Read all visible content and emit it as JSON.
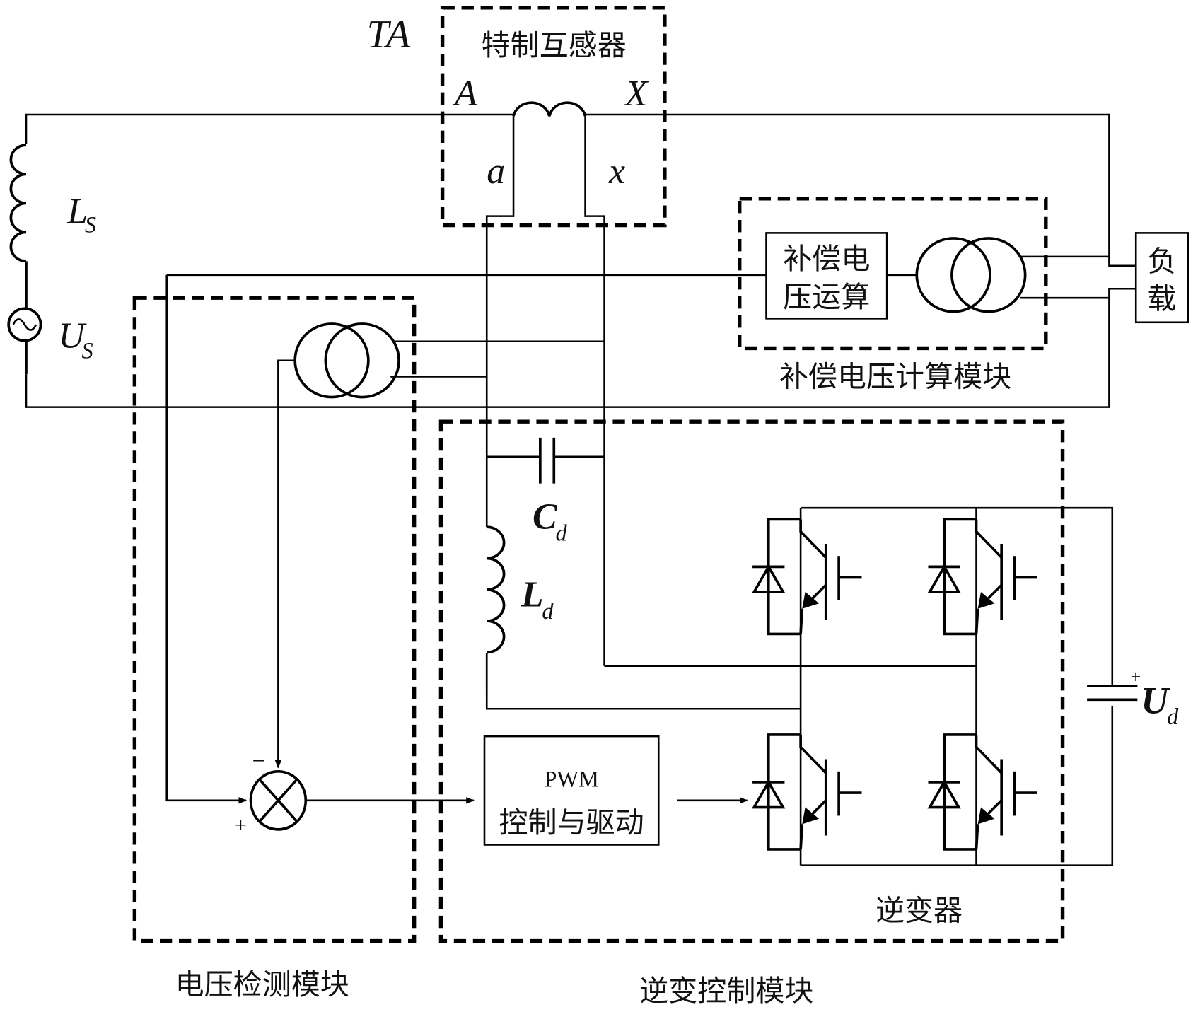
{
  "diagram": {
    "type": "circuit-block-diagram",
    "modules": {
      "special_transformer": {
        "tag": "TA",
        "label": "特制互感器",
        "terminals": {
          "primary_start": "A",
          "primary_end": "X",
          "secondary_start": "a",
          "secondary_end": "x"
        }
      },
      "compensation_calc": {
        "label": "补偿电压计算模块",
        "block_line1": "补偿电",
        "block_line2": "压运算"
      },
      "voltage_detection": {
        "label": "电压检测模块",
        "minus_sign": "−",
        "plus_sign": "+"
      },
      "inverter_control": {
        "label": "逆变控制模块",
        "pwm_line1": "PWM",
        "pwm_line2": "控制与驱动",
        "inverter_label": "逆变器"
      }
    },
    "load": {
      "line1": "负",
      "line2": "载"
    },
    "components": {
      "source_inductor": {
        "main": "L",
        "sub": "S"
      },
      "source_voltage": {
        "main": "U",
        "sub": "S"
      },
      "filter_capacitor": {
        "main": "C",
        "sub": "d"
      },
      "filter_inductor": {
        "main": "L",
        "sub": "d"
      },
      "dc_voltage": {
        "main": "U",
        "sub": "d",
        "polarity": "+"
      }
    }
  }
}
